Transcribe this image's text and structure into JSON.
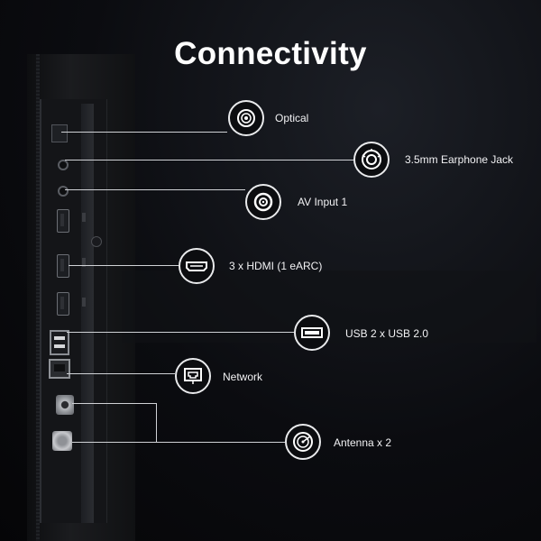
{
  "title": "Connectivity",
  "ports": [
    {
      "label": "Optical",
      "icon": "optical-port-icon"
    },
    {
      "label": "3.5mm Earphone Jack",
      "icon": "earphone-jack-icon"
    },
    {
      "label": "AV Input 1",
      "icon": "av-input-icon"
    },
    {
      "label": "3 x HDMI (1 eARC)",
      "icon": "hdmi-port-icon"
    },
    {
      "label": "USB 2 x USB 2.0",
      "icon": "usb-port-icon"
    },
    {
      "label": "Network",
      "icon": "ethernet-port-icon"
    },
    {
      "label": "Antenna x 2",
      "icon": "antenna-port-icon"
    }
  ]
}
